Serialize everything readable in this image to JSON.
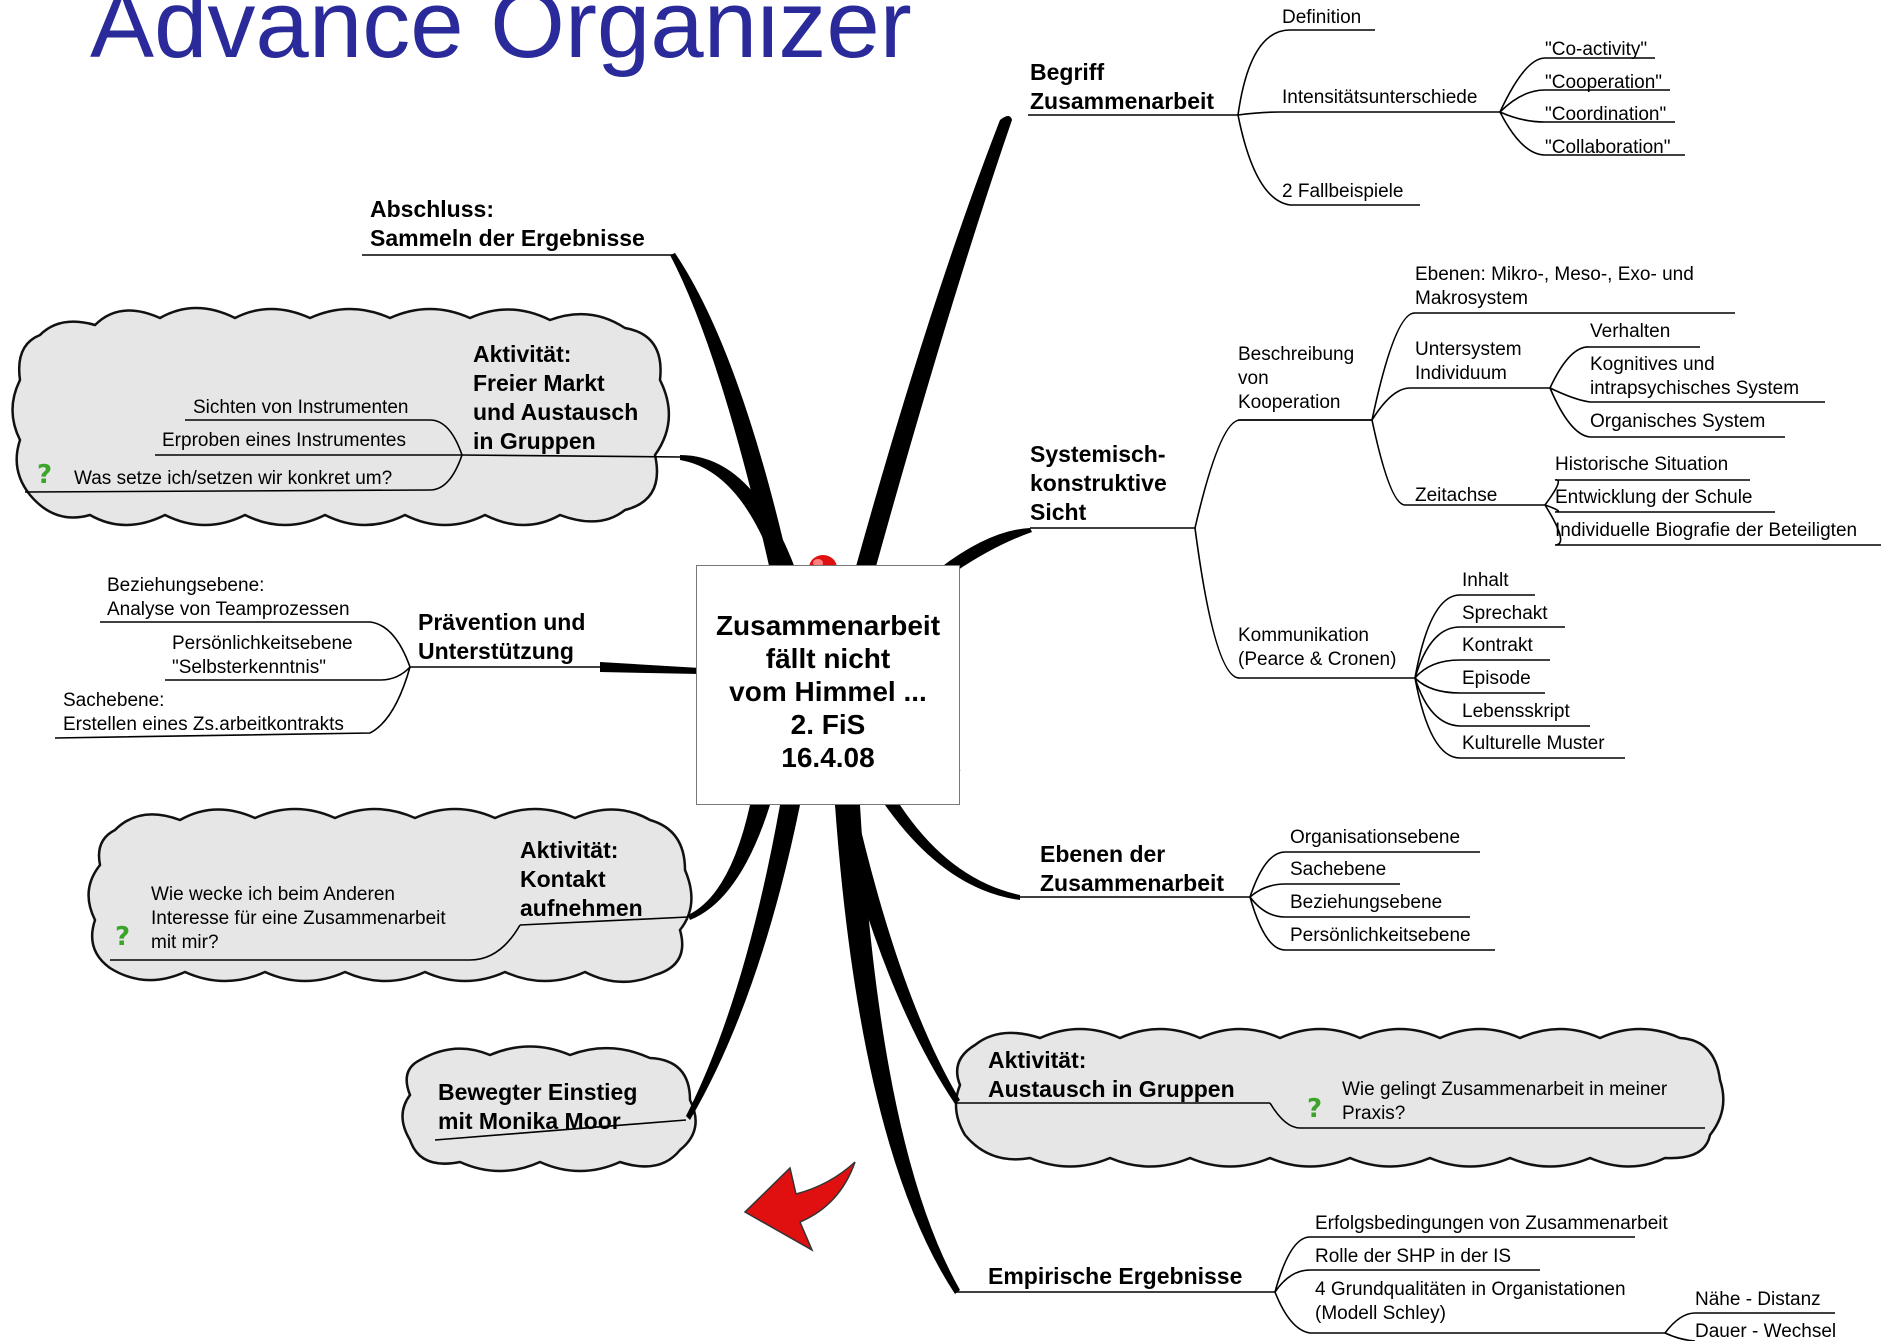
{
  "title": "Advance Organizer",
  "center": [
    "Zusammenarbeit",
    "fällt nicht",
    "vom Himmel ...",
    "2. FiS",
    "16.4.08"
  ],
  "begriff": {
    "heading": [
      "Begriff",
      "Zusammenarbeit"
    ],
    "definition": "Definition",
    "intensitaet": "Intensitätsunterschiede",
    "levels": [
      "\"Co-activity\"",
      "\"Cooperation\"",
      "\"Coordination\"",
      "\"Collaboration\""
    ],
    "fallbeispiele": "2 Fallbeispiele"
  },
  "systemisch": {
    "heading": [
      "Systemisch-",
      "konstruktive",
      "Sicht"
    ],
    "beschreibung": [
      "Beschreibung",
      "von",
      "Kooperation"
    ],
    "ebenen": [
      "Ebenen:  Mikro-, Meso-, Exo- und",
      "Makrosystem"
    ],
    "untersystem": [
      "Untersystem",
      "Individuum"
    ],
    "verhalten": "Verhalten",
    "kognitives": [
      "Kognitives und",
      "intrapsychisches System"
    ],
    "organisches": "Organisches System",
    "zeitachse": "Zeitachse",
    "zeit_items": [
      "Historische Situation",
      "Entwicklung der Schule",
      "Individuelle Biografie der Beteiligten"
    ],
    "kommunikation": [
      "Kommunikation",
      "(Pearce &  Cronen)"
    ],
    "komm_items": [
      "Inhalt",
      "Sprechakt",
      "Kontrakt",
      "Episode",
      "Lebensskript",
      "Kulturelle Muster"
    ]
  },
  "ebenen_zusammenarbeit": {
    "heading": [
      "Ebenen der",
      "Zusammenarbeit"
    ],
    "items": [
      "Organisationsebene",
      "Sachebene",
      "Beziehungsebene",
      "Persönlichkeitsebene"
    ]
  },
  "austausch": {
    "heading": [
      "Aktivität:",
      "Austausch in Gruppen"
    ],
    "question": [
      "Wie gelingt Zusammenarbeit in meiner",
      "Praxis?"
    ]
  },
  "empirisch": {
    "heading": "Empirische Ergebnisse",
    "items": [
      "Erfolgsbedingungen von Zusammenarbeit",
      "Rolle der SHP in der IS"
    ],
    "grund": [
      "4 Grundqualitäten in Organistationen",
      "(Modell Schley)"
    ],
    "grund_items": [
      "Nähe - Distanz",
      "Dauer - Wechsel"
    ]
  },
  "abschluss": {
    "heading": [
      "Abschluss:",
      "Sammeln der Ergebnisse"
    ]
  },
  "freier_markt": {
    "heading": [
      "Aktivität:",
      "Freier Markt",
      "und Austausch",
      "in Gruppen"
    ],
    "items": [
      "Sichten von Instrumenten",
      "Erproben eines Instrumentes"
    ],
    "question": "Was setze ich/setzen wir konkret um?"
  },
  "praevention": {
    "heading": [
      "Prävention und",
      "Unterstützung"
    ],
    "items": [
      [
        "Beziehungsebene:",
        "Analyse von Teamprozessen"
      ],
      [
        "Persönlichkeitsebene",
        "\"Selbsterkenntnis\""
      ],
      [
        "Sachebene:",
        "Erstellen eines Zs.arbeitkontrakts"
      ]
    ]
  },
  "kontakt": {
    "heading": [
      "Aktivität:",
      "Kontakt",
      "aufnehmen"
    ],
    "question": [
      "Wie wecke ich beim Anderen",
      "Interesse für eine Zusammenarbeit",
      "mit mir?"
    ]
  },
  "einstieg": {
    "heading": [
      "Bewegter Einstieg",
      "mit Monika Moor"
    ]
  },
  "icons": {
    "question": "?",
    "pin": "pin-icon",
    "arrow": "curved-arrow-icon"
  },
  "colors": {
    "title": "#2a2a9a",
    "cloud": "#e6e6e6",
    "pin": "#e01010",
    "arrow": "#e01010",
    "question": "#3ba52a"
  }
}
